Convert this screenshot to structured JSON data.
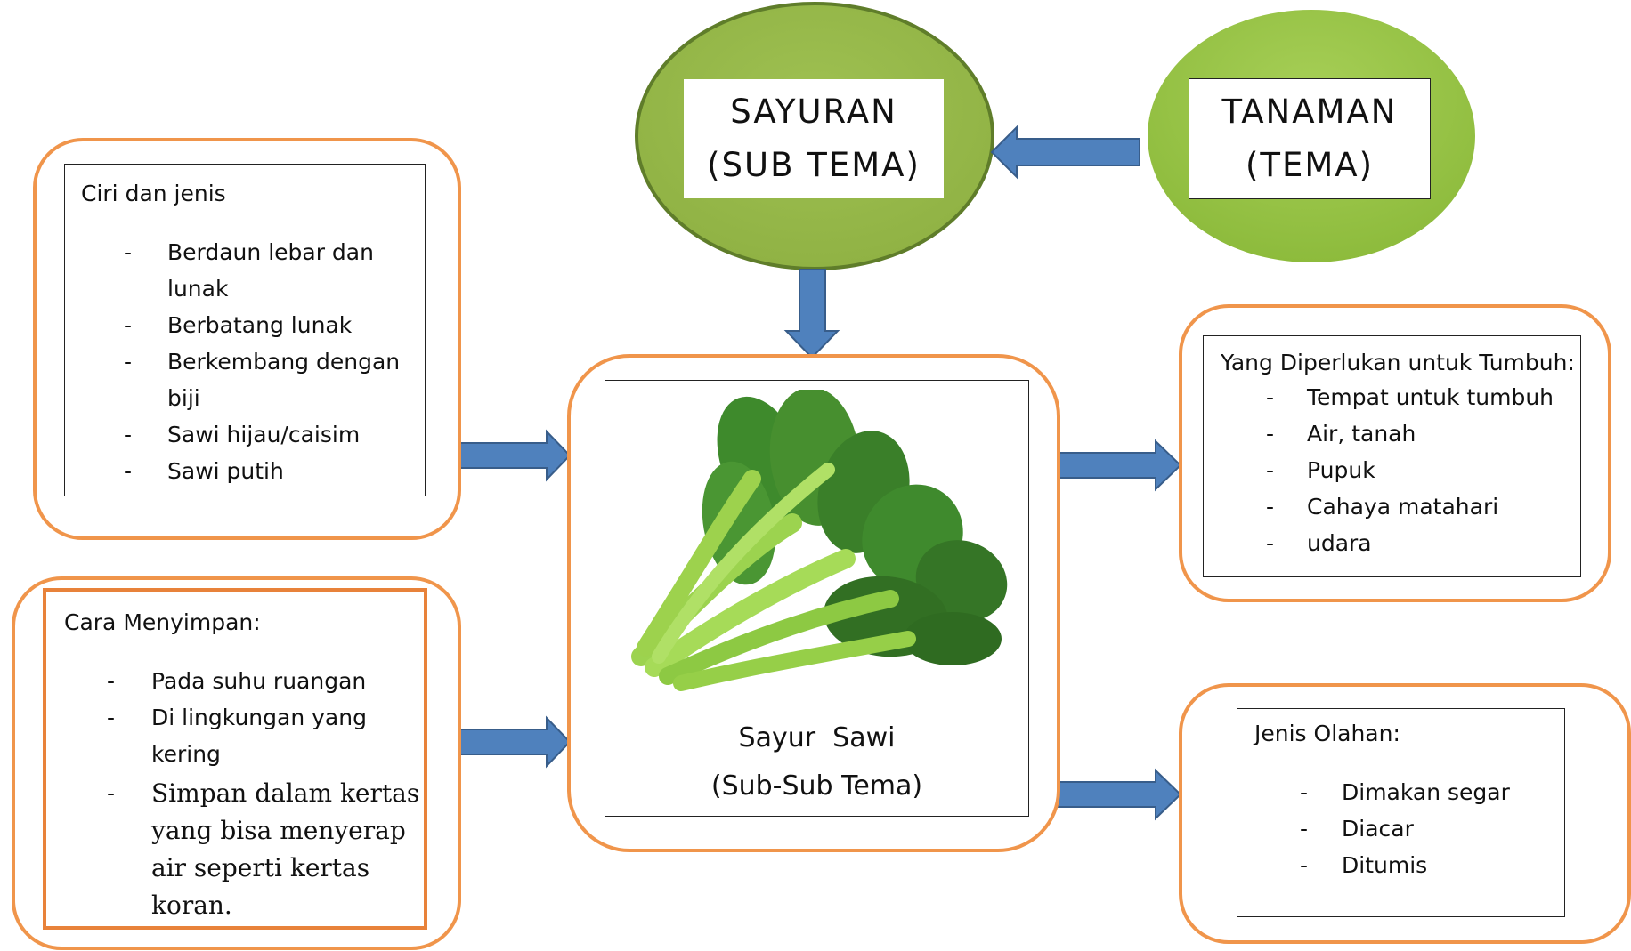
{
  "theme": {
    "line1": "TANAMAN",
    "line2": "(TEMA)"
  },
  "subtheme": {
    "line1": "SAYURAN",
    "line2": "(SUB TEMA)"
  },
  "center": {
    "line1": "Sayur  Sawi",
    "line2": "(Sub-Sub Tema)"
  },
  "ciri": {
    "title": "Ciri dan jenis",
    "items": [
      [
        "Berdaun  lebar dan",
        "lunak"
      ],
      [
        "Berbatang lunak"
      ],
      [
        "Berkembang dengan",
        "biji"
      ],
      [
        "Sawi hijau/caisim"
      ],
      [
        "Sawi putih"
      ]
    ]
  },
  "cara": {
    "title": "Cara Menyimpan:",
    "items": [
      [
        "Pada suhu ruangan"
      ],
      [
        "Di lingkungan yang",
        "kering"
      ],
      [
        "Simpan dalam kertas",
        "yang bisa menyerap",
        "air seperti kertas",
        "koran."
      ]
    ]
  },
  "tumbuh": {
    "title": "Yang Diperlukan untuk Tumbuh:",
    "items": [
      "Tempat untuk tumbuh",
      "Air, tanah",
      "Pupuk",
      "Cahaya matahari",
      "udara"
    ]
  },
  "olahan": {
    "title": "Jenis Olahan:",
    "items": [
      "Dimakan segar",
      "Diacar",
      "Ditumis"
    ]
  },
  "dash": "-",
  "colors": {
    "orange_border": "#F0954B",
    "arrow_fill": "#4F81BD",
    "arrow_stroke": "#385D8A",
    "oval_dark": "#7FA33A",
    "oval_light": "#9BC24B",
    "oval_stroke": "#5F7D2A"
  }
}
